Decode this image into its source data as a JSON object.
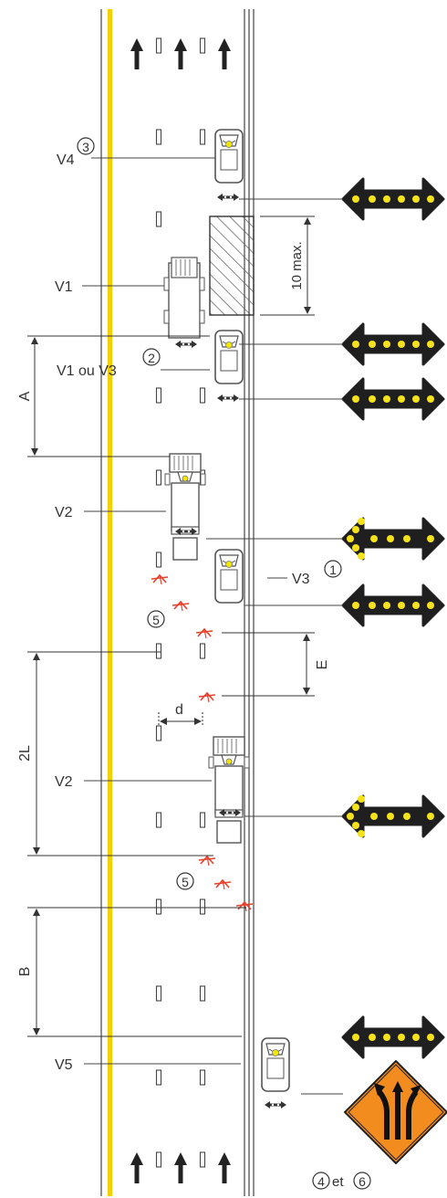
{
  "labels": {
    "v4": "V4",
    "v1": "V1",
    "v1_or_v3": "V1 ou V3",
    "v2_upper": "V2",
    "v3": "V3",
    "v2_lower": "V2",
    "v5": "V5",
    "dim_a": "A",
    "dim_2l": "2L",
    "dim_b": "B",
    "dim_e": "E",
    "dim_d": "d",
    "dim_10max": "10 max.",
    "note_3": "3",
    "note_2": "2",
    "note_1": "1",
    "note_5a": "5",
    "note_5b": "5",
    "note_4": "4",
    "note_et": "et",
    "note_6": "6"
  },
  "colors": {
    "center_line": "#f5d000",
    "arrow_panel": "#1f1f1f",
    "arrow_lamp": "#f6e21a",
    "cone": "#e8412c",
    "work_sign": "#f28c1e",
    "lamp_yellow": "#f2e600"
  },
  "icons": {
    "arrow_panel": "double-arrow-icon",
    "arrow_panel_left": "left-arrow-icon",
    "work_sign": "lane-merge-sign-icon",
    "cone": "traffic-cone-icon",
    "truck": "truck-icon",
    "car": "vehicle-icon"
  }
}
